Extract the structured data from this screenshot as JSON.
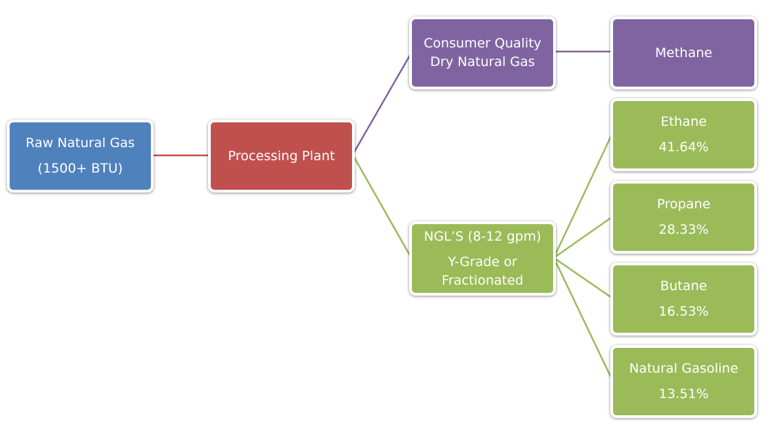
{
  "colors": {
    "raw": "#4f81bd",
    "plant": "#c0504d",
    "dry_gas": "#8064a2",
    "ngl": "#9bbb59",
    "link_raw": "#c0504d",
    "link_purple": "#8064a2",
    "link_green": "#9bbb59"
  },
  "nodes": {
    "raw_gas": {
      "lines": [
        "Raw Natural Gas",
        "(1500+ BTU)"
      ]
    },
    "processing_plant": {
      "lines": [
        "Processing Plant"
      ]
    },
    "dry_gas": {
      "lines": [
        "Consumer Quality",
        "Dry Natural Gas"
      ]
    },
    "methane": {
      "lines": [
        "Methane"
      ]
    },
    "ngls": {
      "lines": [
        "NGL’S (8-12 gpm)",
        "Y-Grade or",
        "Fractionated"
      ]
    },
    "ethane": {
      "lines": [
        "Ethane",
        "41.64%"
      ]
    },
    "propane": {
      "lines": [
        "Propane",
        "28.33%"
      ]
    },
    "butane": {
      "lines": [
        "Butane",
        "16.53%"
      ]
    },
    "natural_gasoline": {
      "lines": [
        "Natural Gasoline",
        "13.51%"
      ]
    }
  },
  "ngl_composition": [
    {
      "component": "Ethane",
      "percent": 41.64
    },
    {
      "component": "Propane",
      "percent": 28.33
    },
    {
      "component": "Butane",
      "percent": 16.53
    },
    {
      "component": "Natural Gasoline",
      "percent": 13.51
    }
  ]
}
